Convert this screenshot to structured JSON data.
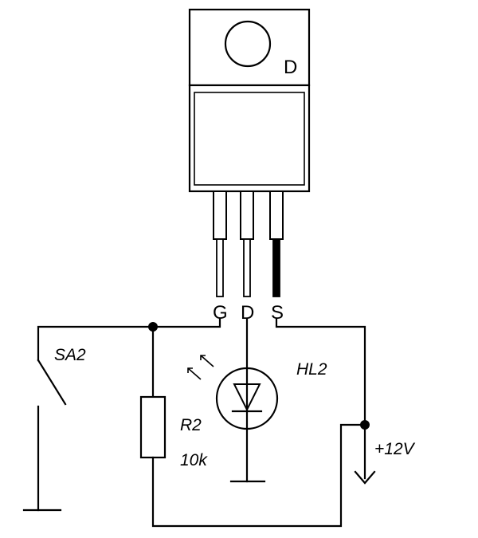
{
  "transistor": {
    "tab_label": "D"
  },
  "pins": {
    "gate": "G",
    "drain": "D",
    "source": "S"
  },
  "switch": {
    "label": "SA2"
  },
  "led": {
    "label": "HL2"
  },
  "resistor": {
    "label": "R2",
    "value": "10k"
  },
  "supply": {
    "label": "+12V"
  }
}
